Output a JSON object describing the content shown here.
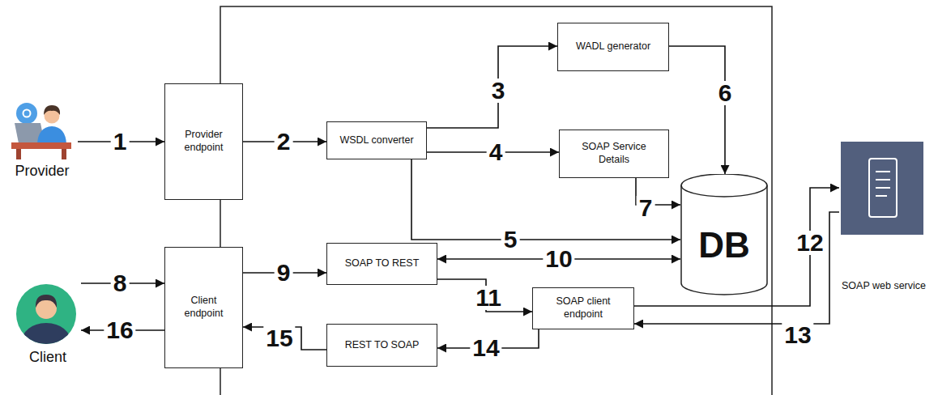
{
  "diagram": {
    "nodes": [
      {
        "text": [
          "Provider"
        ]
      },
      {
        "text": [
          "Provider endpoint"
        ]
      },
      {
        "text": [
          "WSDL converter"
        ]
      },
      {
        "text": [
          "WADL generator"
        ]
      },
      {
        "text": [
          "SOAP Service Details"
        ]
      },
      {
        "text": [
          "DB"
        ]
      },
      {
        "text": [
          "Client"
        ]
      },
      {
        "text": [
          "Client endpoint"
        ]
      },
      {
        "text": [
          "SOAP TO REST"
        ]
      },
      {
        "text": [
          "SOAP client endpoint"
        ]
      },
      {
        "text": [
          "REST TO SOAP"
        ]
      },
      {
        "text": [
          "SOAP web service"
        ]
      }
    ],
    "edges": [
      {
        "from": 0,
        "to": 1,
        "arrow": "to",
        "label": "1"
      },
      {
        "from": 1,
        "to": 2,
        "arrow": "to",
        "label": "2"
      },
      {
        "from": 2,
        "to": 3,
        "arrow": "to",
        "label": "3"
      },
      {
        "from": 2,
        "to": 4,
        "arrow": "to",
        "label": "4"
      },
      {
        "from": 2,
        "to": 5,
        "arrow": "to",
        "label": "5"
      },
      {
        "from": 3,
        "to": 5,
        "arrow": "to",
        "label": "6"
      },
      {
        "from": 4,
        "to": 5,
        "arrow": "to",
        "label": "7"
      },
      {
        "from": 6,
        "to": 7,
        "arrow": "to",
        "label": "8"
      },
      {
        "from": 7,
        "to": 8,
        "arrow": "to",
        "label": "9"
      },
      {
        "from": 8,
        "to": 5,
        "arrow": "both",
        "label": "10"
      },
      {
        "from": 8,
        "to": 9,
        "arrow": "to",
        "label": "11"
      },
      {
        "from": 9,
        "to": 11,
        "arrow": "to",
        "label": "12"
      },
      {
        "from": 11,
        "to": 9,
        "arrow": "to",
        "label": "13"
      },
      {
        "from": 9,
        "to": 10,
        "arrow": "to",
        "label": "14"
      },
      {
        "from": 10,
        "to": 7,
        "arrow": "to",
        "label": "15"
      },
      {
        "from": 7,
        "to": 6,
        "arrow": "to",
        "label": "16"
      }
    ]
  }
}
